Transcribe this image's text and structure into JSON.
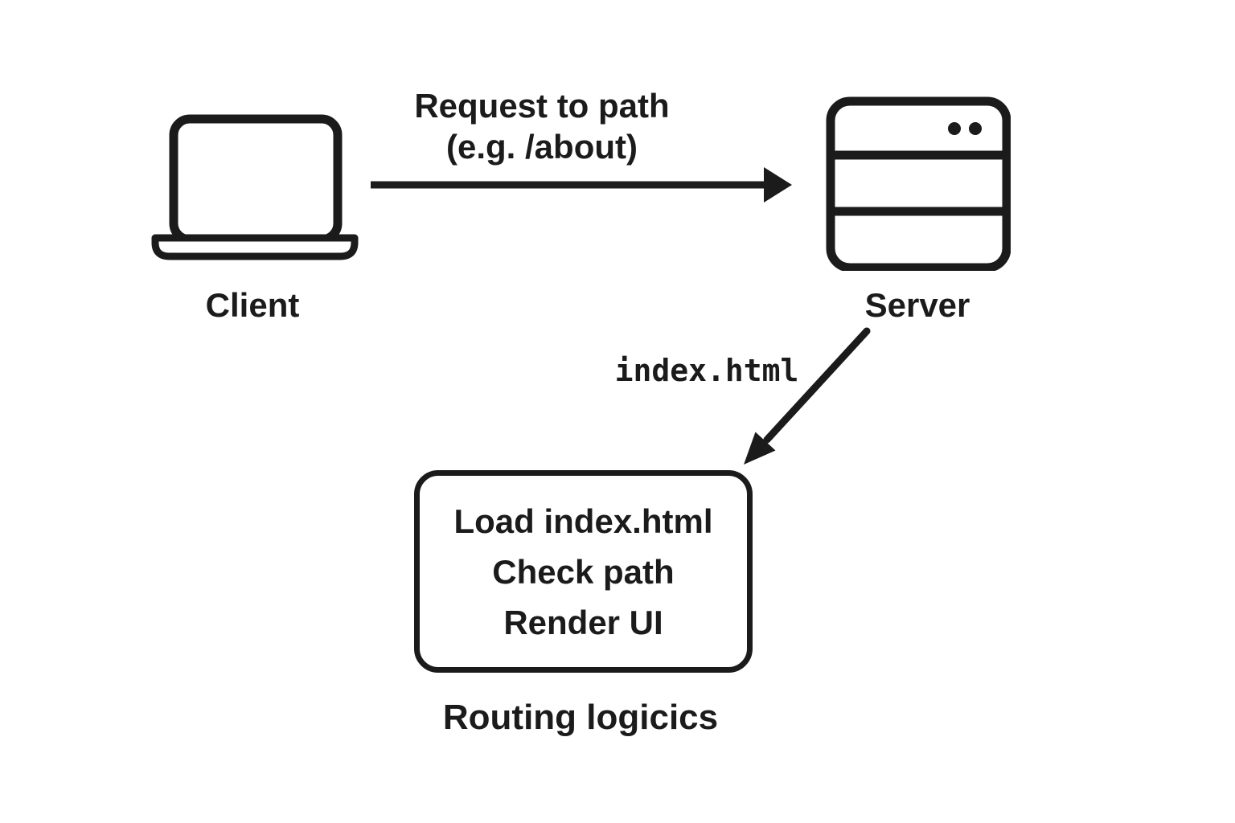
{
  "colors": {
    "ink": "#1b1b1b",
    "background": "#ffffff"
  },
  "nodes": {
    "client": {
      "label": "Client",
      "icon": "laptop-icon"
    },
    "server": {
      "label": "Server",
      "icon": "server-icon"
    }
  },
  "edges": {
    "request": {
      "label_line1": "Request to path",
      "label_line2": "(e.g. /about)",
      "direction": "client-to-server"
    },
    "response": {
      "label": "index.html",
      "direction": "server-to-routing-box"
    }
  },
  "routing_box": {
    "lines": [
      "Load index.html",
      "Check path",
      "Render UI"
    ],
    "caption": "Routing logicics"
  }
}
